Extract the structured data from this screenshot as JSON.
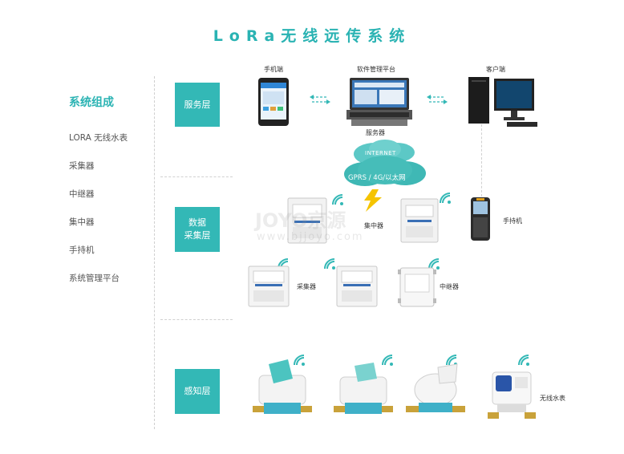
{
  "title": "LoRa无线远传系统",
  "sidebar": {
    "heading": "系统组成",
    "items": [
      "LORA 无线水表",
      "采集器",
      "中继器",
      "集中器",
      "手持机",
      "系统管理平台"
    ]
  },
  "layers": {
    "service": "服务层",
    "collect_line1": "数据",
    "collect_line2": "采集层",
    "sense": "感知层"
  },
  "labels": {
    "mobile": "手机端",
    "platform": "软件管理平台",
    "client": "客户端",
    "server": "服务器",
    "internet": "INTERNET",
    "network": "GPRS / 4G/以太网",
    "concentrator": "集中器",
    "handheld": "手持机",
    "collector": "采集器",
    "relay": "中继器",
    "water_meter": "无线水表"
  },
  "watermark": {
    "brand": "JOYO京源",
    "url": "www.bjjoyo.com"
  },
  "colors": {
    "accent": "#33b8b6",
    "title": "#2ab3b3",
    "cloud": "#5cc8c6",
    "bolt": "#f5c400"
  }
}
